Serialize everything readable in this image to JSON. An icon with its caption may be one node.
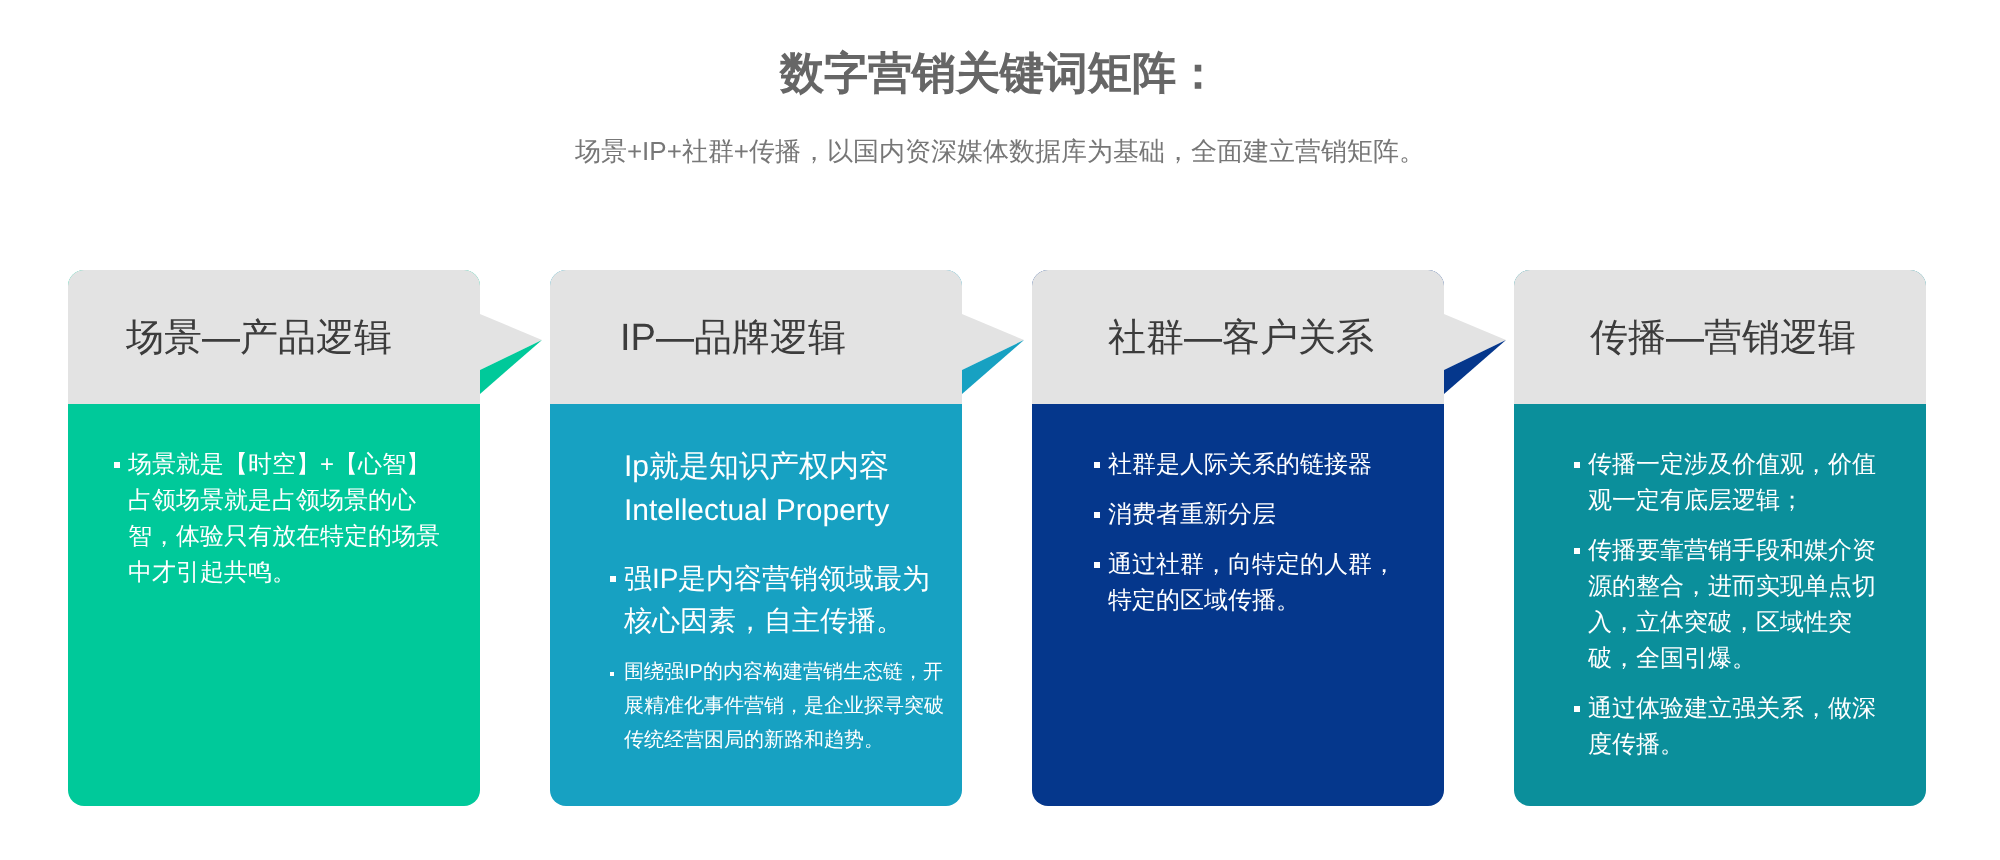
{
  "diagram": {
    "title": "数字营销关键词矩阵：",
    "nodes": [
      {
        "text": [
          "场景—产品逻辑",
          "场景就是【时空】+【心智】占领场景就是占领场景的心智，体验只有放在特定的场景中才引起共鸣。"
        ]
      },
      {
        "text": [
          "IP—品牌逻辑",
          "Ip就是知识产权内容 Intellectual Property",
          "强IP是内容营销领域最为核心因素，自主传播。",
          "围绕强IP的内容构建营销生态链，开展精准化事件营销，是企业探寻突破传统经营困局的新路和趋势。"
        ]
      },
      {
        "text": [
          "社群—客户关系",
          "社群是人际关系的链接器",
          "消费者重新分层",
          "通过社群，向特定的人群，特定的区域传播。"
        ]
      },
      {
        "text": [
          "传播—营销逻辑",
          "传播一定涉及价值观，价值观一定有底层逻辑；",
          "传播要靠营销手段和媒介资源的整合，进而实现单点切入，立体突破，区域性突破，全国引爆。",
          "通过体验建立强关系，做深度传播。"
        ]
      }
    ],
    "edges": [
      {
        "from": 0,
        "to": 1,
        "arrow": "to",
        "color": "#00c99a"
      },
      {
        "from": 1,
        "to": 2,
        "arrow": "to",
        "color": "#17a1c2"
      },
      {
        "from": 2,
        "to": 3,
        "arrow": "to",
        "color": "#05378c"
      }
    ],
    "labels": [
      "场景+IP+社群+传播，以国内资深媒体数据库为基础，全面建立营销矩阵。"
    ]
  }
}
